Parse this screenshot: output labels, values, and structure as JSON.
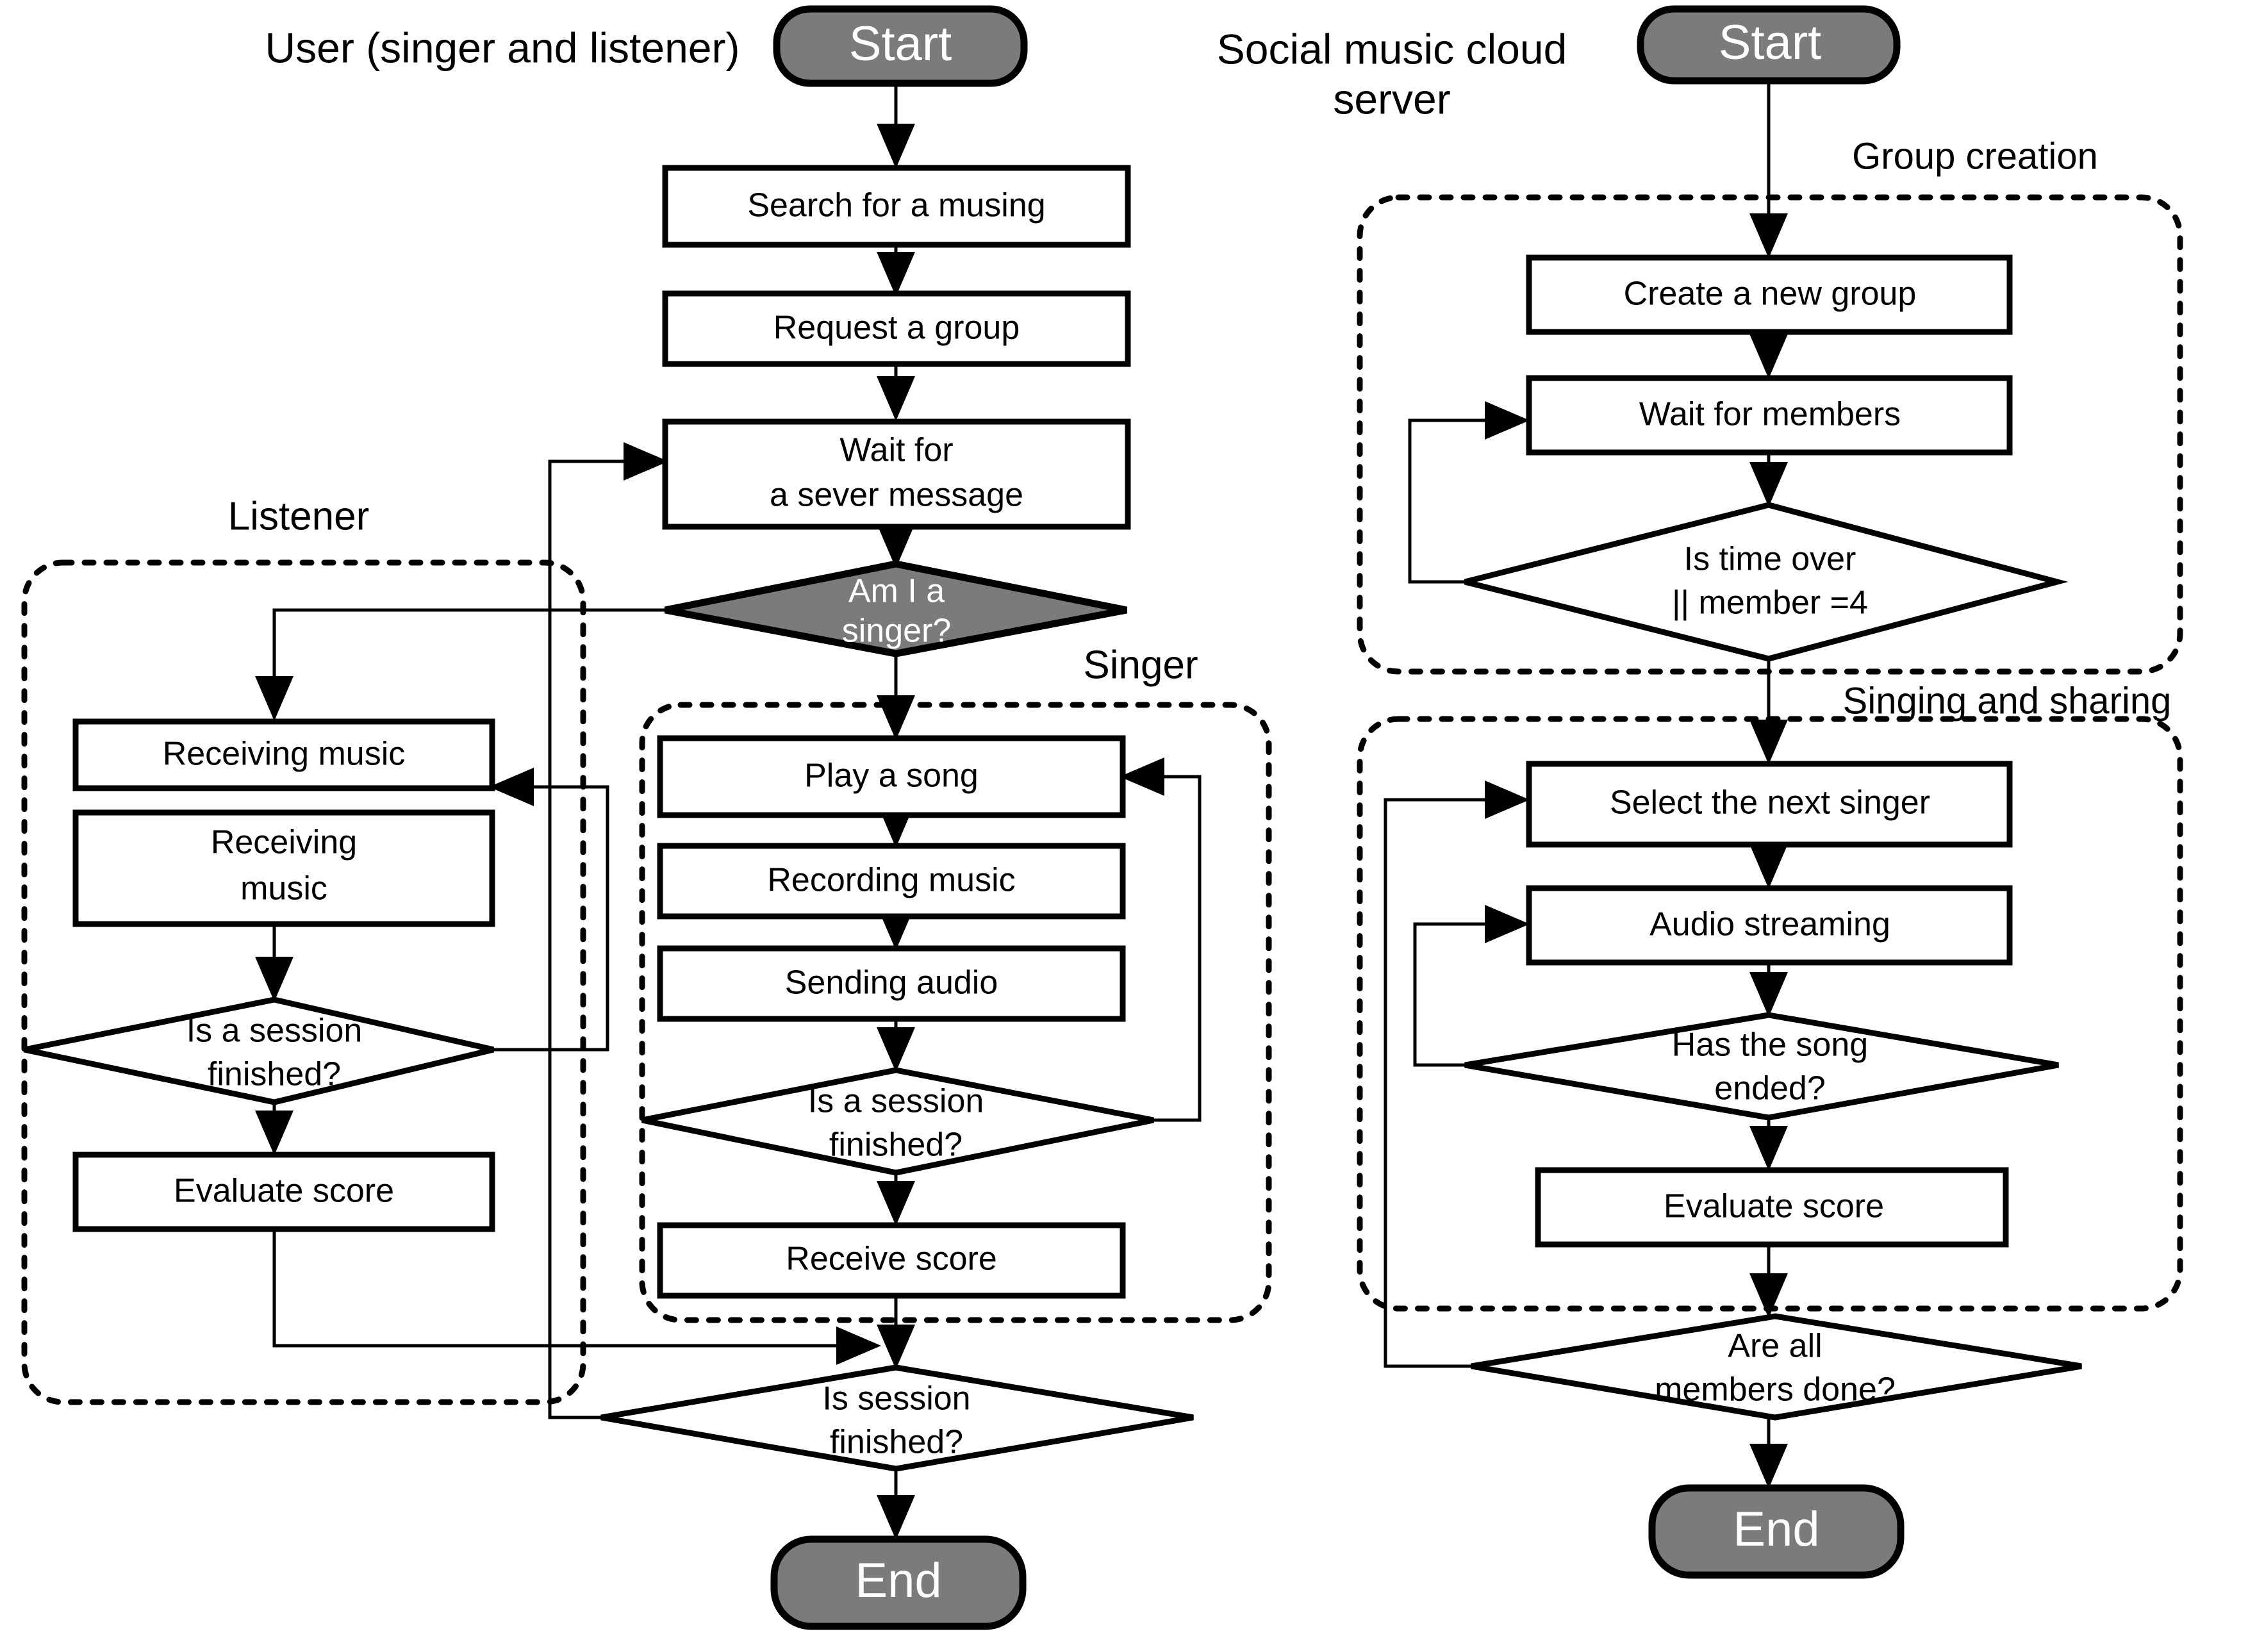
{
  "diagram": {
    "title_left": "User (singer and listener)",
    "title_right": "Social music cloud server",
    "lanes": {
      "listener": "Listener",
      "singer": "Singer",
      "group_creation": "Group creation",
      "singing_sharing": "Singing and  sharing"
    },
    "left_flow": {
      "start": "Start",
      "n1": "Search for a musing",
      "n2": "Request a group",
      "n3_line1": "Wait for",
      "n3_line2": "a sever message",
      "d1_line1": "Am I a",
      "d1_line2": "singer?",
      "d_end_line1": "Is session",
      "d_end_line2": "finished?",
      "end": "End"
    },
    "listener_flow": {
      "l1": "Receiving  music",
      "l2_line1": "Receiving",
      "l2_line2": "music",
      "ld_line1": "Is a session",
      "ld_line2": "finished?",
      "l3": "Evaluate score"
    },
    "singer_flow": {
      "s1": "Play a song",
      "s2": "Recording music",
      "s3": "Sending audio",
      "sd_line1": "Is a session",
      "sd_line2": "finished?",
      "s4": "Receive score"
    },
    "server_flow": {
      "start": "Start",
      "g1": "Create a new group",
      "g2": "Wait for members",
      "gd_line1": "Is time over",
      "gd_line2": "|| member =4",
      "p1": "Select the next singer",
      "p2": "Audio streaming",
      "pd_line1": "Has the song",
      "pd_line2": "ended?",
      "p3": "Evaluate score",
      "fd_line1": "Are all",
      "fd_line2": "members done?",
      "end": "End"
    },
    "colors": {
      "terminator_fill": "#7b7b7b",
      "decision_highlight_fill": "#7b7b7b",
      "stroke": "#000000",
      "box_fill": "#ffffff"
    }
  }
}
